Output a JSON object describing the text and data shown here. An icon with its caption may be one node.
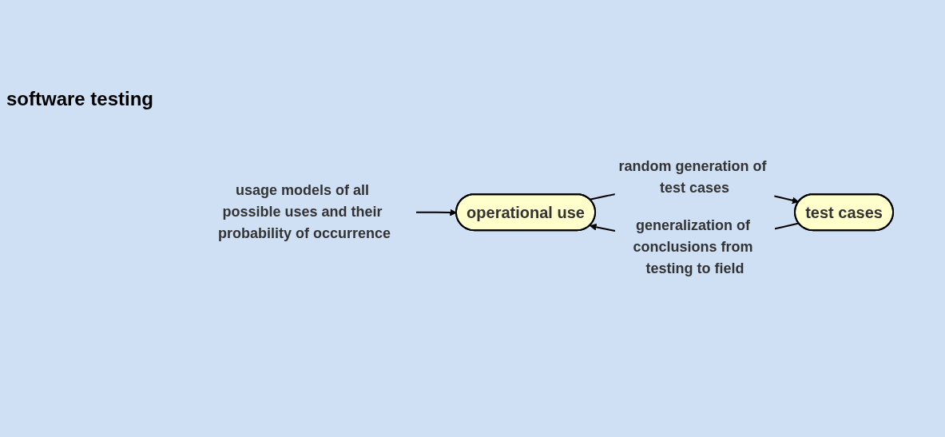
{
  "diagram": {
    "title": "software testing",
    "nodes": [
      {
        "text": [
          "operational use"
        ]
      },
      {
        "text": [
          "test cases"
        ]
      },
      {
        "text": [
          "usage models of all possible uses and their probability of occurrence"
        ]
      }
    ],
    "edges": [
      {
        "from": 0,
        "to": 1,
        "arrow": "to",
        "label": "random generation of test cases"
      },
      {
        "from": 1,
        "to": 0,
        "arrow": "to",
        "label": "generalization of conclusions from testing to field"
      },
      {
        "from": 2,
        "to": 0,
        "arrow": "to"
      }
    ]
  }
}
